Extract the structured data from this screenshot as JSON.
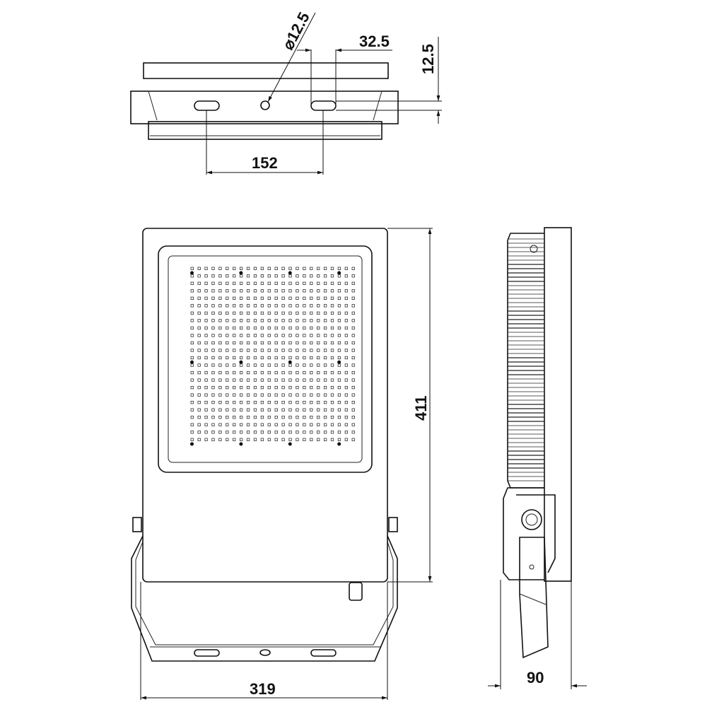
{
  "drawing": {
    "line_color": "#111111",
    "background": "#ffffff",
    "dimensions": {
      "hole_diameter": "12.5",
      "diameter_symbol": "⌀",
      "slot_width": "32.5",
      "slot_height": "12.5",
      "slot_spacing": "152",
      "height": "411",
      "width": "319",
      "depth": "90"
    },
    "led_grid": {
      "columns": 24,
      "rows": 24
    }
  }
}
